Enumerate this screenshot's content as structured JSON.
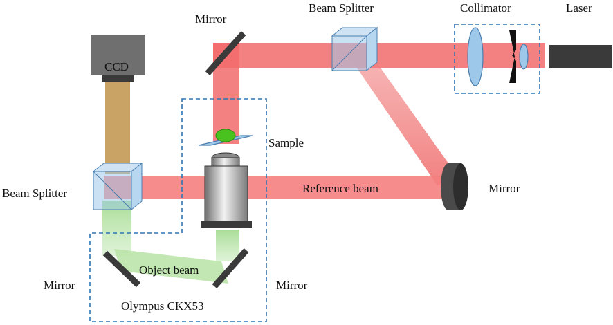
{
  "labels": {
    "laser": "Laser",
    "collimator": "Collimator",
    "beam_splitter_top": "Beam Splitter",
    "mirror_top": "Mirror",
    "sample": "Sample",
    "ccd": "CCD",
    "beam_splitter_left": "Beam Splitter",
    "reference_beam": "Reference beam",
    "mirror_right": "Mirror",
    "object_beam": "Object beam",
    "mirror_bottom_left": "Mirror",
    "mirror_bottom_right": "Mirror",
    "microscope": "Olympus CKX53"
  },
  "colors": {
    "laser_beam": "#f26b6b",
    "reference_beam": "#f58080",
    "object_beam": "#9fd98a",
    "ccd_beam": "#c9a266",
    "dash_box": "#2e75b6",
    "optic_glass": "#9ec8ea",
    "dark": "#3a3a3a"
  }
}
